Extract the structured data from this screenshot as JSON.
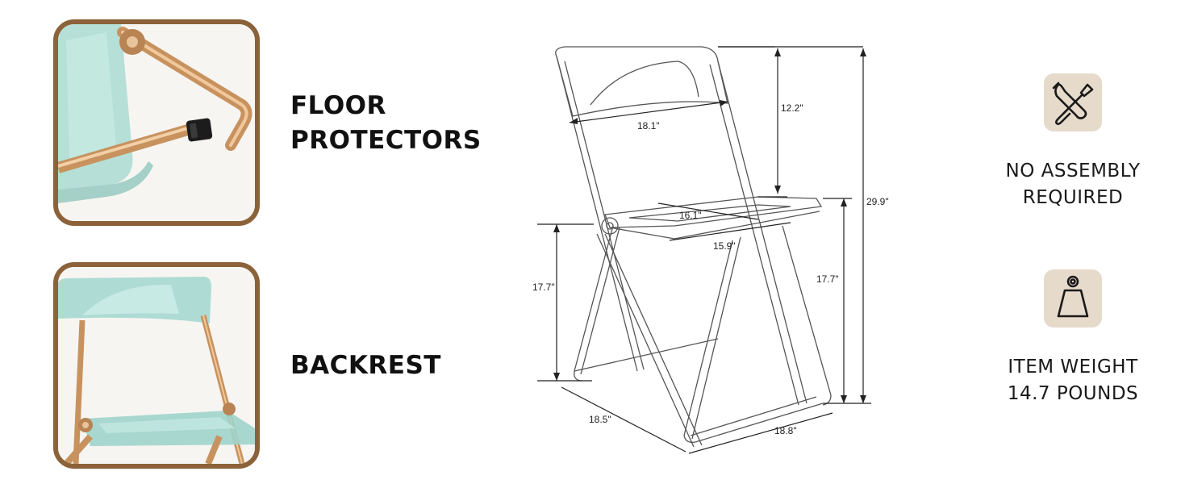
{
  "features": {
    "floor_protectors": {
      "line1": "FLOOR",
      "line2": "PROTECTORS"
    },
    "backrest": {
      "line1": "BACKREST"
    }
  },
  "dimensions": {
    "back_width": "18.1\"",
    "back_height": "12.2\"",
    "total_height": "29.9\"",
    "seat_width": "16.1\"",
    "seat_depth": "15.9\"",
    "seat_height_left": "17.7\"",
    "seat_height_right": "17.7\"",
    "base_depth": "18.5\"",
    "base_width": "18.8\""
  },
  "info": {
    "assembly": {
      "line1": "NO ASSEMBLY",
      "line2": "REQUIRED",
      "icon": "tools-icon"
    },
    "weight": {
      "line1": "ITEM WEIGHT",
      "line2": "14.7 POUNDS",
      "icon": "weight-icon"
    }
  },
  "colors": {
    "frame_brown": "#8b6239",
    "icon_tile": "#e6dacb",
    "acrylic_teal": "#9fd4cb",
    "gold_frame": "#c8925e"
  }
}
